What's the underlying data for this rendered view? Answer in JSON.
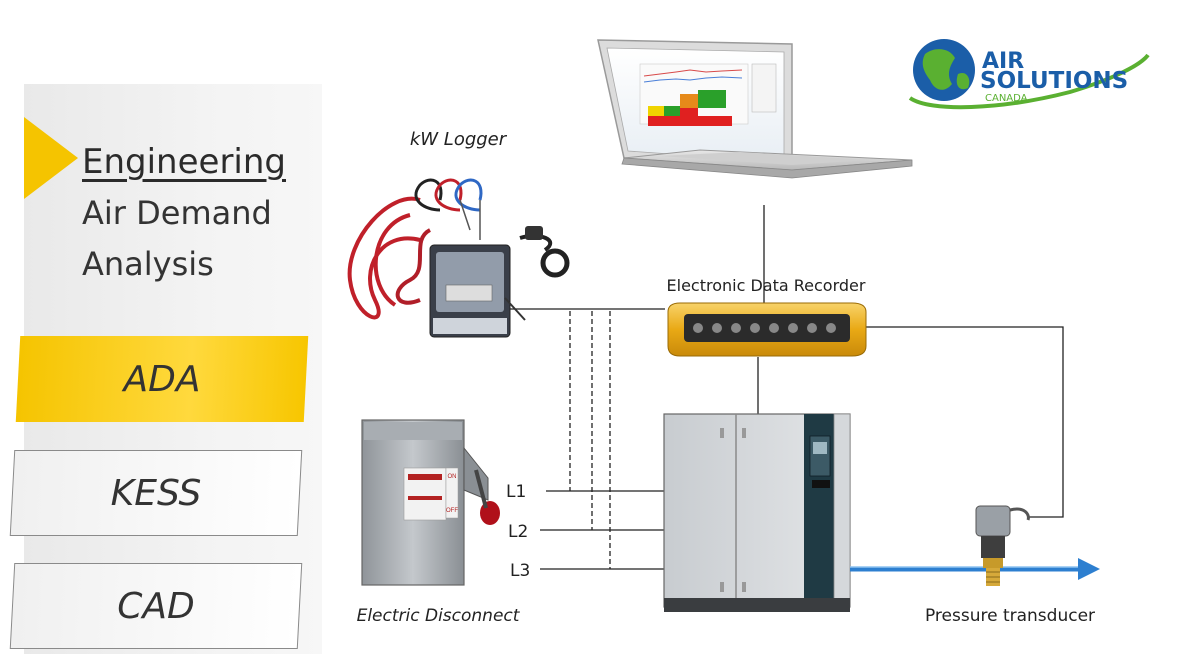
{
  "sidebar": {
    "heading_line1": "Engineering",
    "heading_line2": "Air Demand",
    "heading_line3": "Analysis",
    "nav": [
      {
        "label": "ADA",
        "active": true
      },
      {
        "label": "KESS",
        "active": false
      },
      {
        "label": "CAD",
        "active": false
      }
    ]
  },
  "logo": {
    "line1": "AIR",
    "line2": "SOLUTIONS",
    "line3": "CANADA"
  },
  "diagram": {
    "kw_logger_label": "kW Logger",
    "recorder_label": "Electronic Data Recorder",
    "disconnect_label": "Electric Disconnect",
    "transducer_label": "Pressure transducer",
    "phase_labels": [
      "L1",
      "L2",
      "L3"
    ],
    "disconnect_on": "ON",
    "disconnect_off": "OFF"
  },
  "colors": {
    "accent_yellow": "#f5c400",
    "logo_blue": "#1b5ea8",
    "logo_green": "#5ab031",
    "pipe_blue": "#2d7fd0"
  }
}
